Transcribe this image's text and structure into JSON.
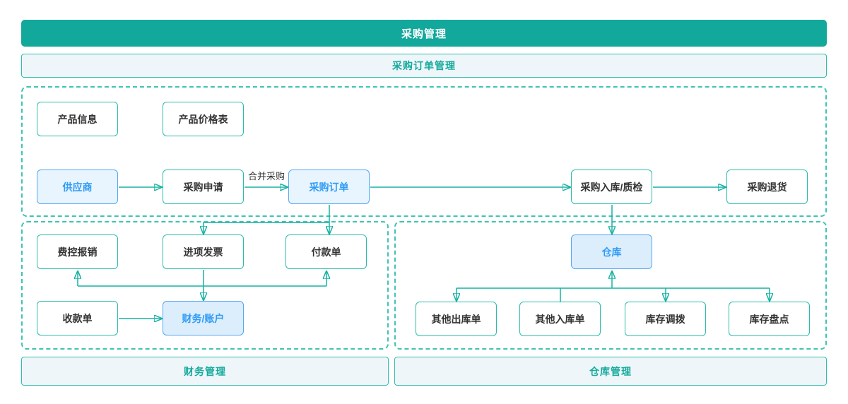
{
  "header": {
    "title": "采购管理",
    "subtitle": "采购订单管理"
  },
  "footers": {
    "finance": "财务管理",
    "warehouse": "仓库管理"
  },
  "nodes": {
    "product_info": {
      "label": "产品信息"
    },
    "price_list": {
      "label": "产品价格表"
    },
    "supplier": {
      "label": "供应商",
      "highlight": "blue"
    },
    "purchase_request": {
      "label": "采购申请"
    },
    "purchase_order": {
      "label": "采购订单",
      "highlight": "blue"
    },
    "inbound_qc": {
      "label": "采购入库/质检"
    },
    "purchase_return": {
      "label": "采购退货"
    },
    "expense": {
      "label": "费控报销"
    },
    "input_invoice": {
      "label": "进项发票"
    },
    "payment": {
      "label": "付款单"
    },
    "receipt": {
      "label": "收款单"
    },
    "finance_account": {
      "label": "财务/账户",
      "highlight": "blue"
    },
    "warehouse": {
      "label": "仓库",
      "highlight": "blue"
    },
    "other_outbound": {
      "label": "其他出库单"
    },
    "other_inbound": {
      "label": "其他入库单"
    },
    "stock_transfer": {
      "label": "库存调拨"
    },
    "stock_count": {
      "label": "库存盘点"
    }
  },
  "edges": [
    {
      "from": "supplier",
      "to": "purchase_request",
      "label": ""
    },
    {
      "from": "purchase_request",
      "to": "purchase_order",
      "label": "合并采购"
    },
    {
      "from": "purchase_order",
      "to": "inbound_qc",
      "label": ""
    },
    {
      "from": "inbound_qc",
      "to": "purchase_return",
      "label": ""
    },
    {
      "from": "inbound_qc",
      "to": "warehouse",
      "label": ""
    },
    {
      "from": "purchase_order",
      "to": "payment",
      "label": ""
    },
    {
      "from": "purchase_order",
      "to": "input_invoice",
      "label": ""
    },
    {
      "from": "input_invoice",
      "to": "finance_account",
      "label": ""
    },
    {
      "from": "finance_account",
      "to": "expense",
      "label": ""
    },
    {
      "from": "finance_account",
      "to": "payment",
      "label": ""
    },
    {
      "from": "receipt",
      "to": "finance_account",
      "label": ""
    },
    {
      "from": "warehouse",
      "to": "other_outbound",
      "label": ""
    },
    {
      "from": "other_inbound",
      "to": "warehouse",
      "label": ""
    },
    {
      "from": "warehouse",
      "to": "stock_transfer",
      "label": ""
    },
    {
      "from": "warehouse",
      "to": "stock_count",
      "label": ""
    }
  ],
  "colors": {
    "teal_banner": "#12a89b",
    "teal_border": "#2abcab",
    "teal_dashed": "#41c3b3",
    "teal_text": "#14aa9c",
    "arrow": "#16b2a3",
    "blue_border": "#55a6f2",
    "blue_text": "#2f9cf5",
    "blue_fill": "#e8f4fe",
    "blue_fill_deep": "#dcedfc",
    "light_banner_bg": "#eff6fa",
    "node_text": "#333333",
    "banner_text": "#ffffff"
  }
}
